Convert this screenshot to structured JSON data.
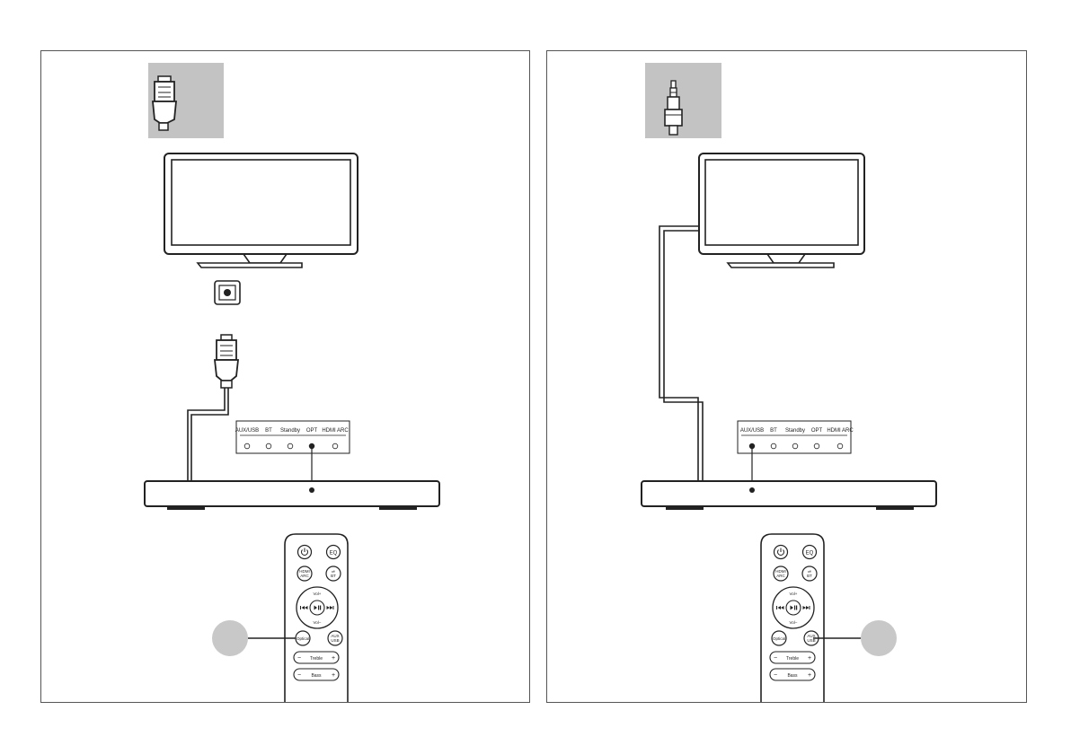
{
  "indicator": {
    "labels": [
      "AUX/USB",
      "BT",
      "Standby",
      "OPT",
      "HDMI ARC"
    ]
  },
  "remote": {
    "eq": "EQ",
    "hdmi_arc_line1": "HDMI",
    "hdmi_arc_line2": "ARC",
    "bt_line1": "⏯",
    "bt_line2": "BT",
    "vol_up": "Vol+",
    "vol_down": "Vol−",
    "optical": "Optical",
    "aux_line1": "AUX",
    "aux_line2": "USB",
    "treble": "Treble",
    "bass": "Bass",
    "minus": "−",
    "plus": "+"
  },
  "panels": [
    {
      "active_led": 3,
      "connection": "optical"
    },
    {
      "active_led": 0,
      "connection": "aux"
    }
  ],
  "colors": {
    "line": "#222222",
    "connector_bg": "#c3c3c3",
    "callout": "#c8c8c8"
  }
}
